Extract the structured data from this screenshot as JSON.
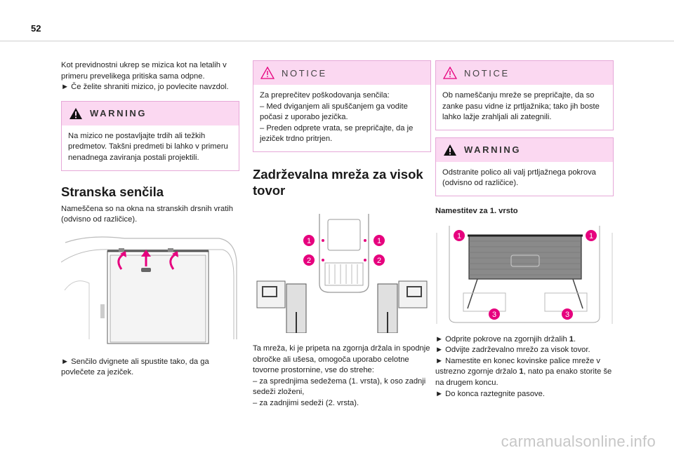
{
  "page_number": "52",
  "col1": {
    "intro_p1": "Kot previdnostni ukrep se mizica kot na letalih v primeru prevelikega pritiska sama odpne.",
    "intro_p2": "► Če želite shraniti mizico, jo povlecite navzdol.",
    "warning": {
      "title": "WARNING",
      "text": "Na mizico ne postavljajte trdih ali težkih predmetov. Takšni predmeti bi lahko v primeru nenadnega zaviranja postali projektili."
    },
    "heading": "Stranska senčila",
    "body": "Nameščena so na okna na stranskih drsnih vratih (odvisno od različice).",
    "caption": "► Senčilo dvignete ali spustite tako, da ga povlečete za jeziček."
  },
  "col2": {
    "notice": {
      "title": "NOTICE",
      "line1": "Za preprečitev poškodovanja senčila:",
      "line2": "– Med dviganjem ali spuščanjem ga vodite počasi z uporabo jezička.",
      "line3": "– Preden odprete vrata, se prepričajte, da je jeziček trdno pritrjen."
    },
    "heading": "Zadrževalna mreža za visok tovor",
    "labels": {
      "one": "1",
      "two": "2"
    },
    "body1": "Ta mreža, ki je pripeta na zgornja držala in spodnje obročke ali ušesa, omogoča uporabo celotne tovorne prostornine, vse do strehe:",
    "body2": "– za sprednjima sedežema (1. vrsta), k oso zadnji sedeži zloženi,",
    "body3": "– za zadnjimi sedeži (2. vrsta)."
  },
  "col3": {
    "notice": {
      "title": "NOTICE",
      "text": "Ob nameščanju mreže se prepričajte, da so zanke pasu vidne iz prtljažnika; tako jih boste lahko lažje zrahljali ali zategnili."
    },
    "warning": {
      "title": "WARNING",
      "text": "Odstranite polico ali valj prtljažnega pokrova (odvisno od različice)."
    },
    "subheading": "Namestitev za 1. vrsto",
    "labels": {
      "one": "1",
      "three": "3"
    },
    "step1_pre": "► Odprite pokrove na zgornjih držalih ",
    "step1_num": "1",
    "step1_post": ".",
    "step2": "► Odvijte zadrževalno mrežo za visok tovor.",
    "step3_pre": "► Namestite en konec kovinske palice mreže v ustrezno zgornje držalo ",
    "step3_num": "1",
    "step3_post": ", nato pa enako storite še na drugem koncu.",
    "step4": "► Do konca raztegnite pasove."
  },
  "watermark": "carmanualsonline.info",
  "colors": {
    "accent_magenta": "#e6007e",
    "box_header_bg": "#fbd8f1",
    "box_border": "#e6a8d8"
  }
}
